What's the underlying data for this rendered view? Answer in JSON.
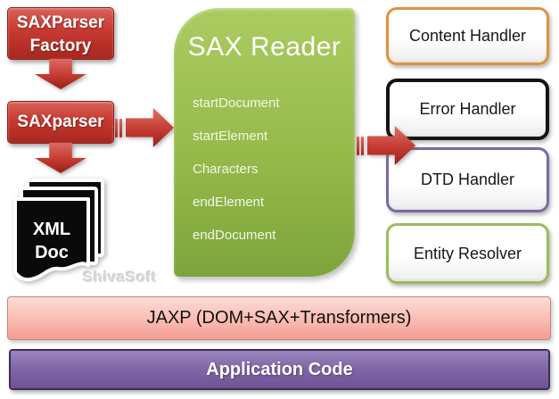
{
  "left": {
    "factory_line1": "SAXParser",
    "factory_line2": "Factory",
    "parser_label": "SAXparser",
    "xml_doc_line1": "XML",
    "xml_doc_line2": "Doc",
    "watermark": "ShivaSoft"
  },
  "reader": {
    "title": "SAX Reader",
    "methods": [
      "startDocument",
      "startElement",
      "Characters",
      "endElement",
      "endDocument"
    ]
  },
  "handlers": [
    {
      "label": "Content Handler",
      "border": "#E0913F"
    },
    {
      "label": "Error Handler",
      "border": "#141414"
    },
    {
      "label": "DTD Handler",
      "border": "#7C68A6"
    },
    {
      "label": "Entity Resolver",
      "border": "#9CBB5D"
    }
  ],
  "bars": {
    "jaxp_label": "JAXP (DOM+SAX+Transformers)",
    "application_label": "Application Code"
  },
  "colors": {
    "box_red": "#C8342C",
    "arrow_red": "#C83B32",
    "reader_green_top": "#A9CA5E",
    "reader_green_bottom": "#7FA53D",
    "content_handler_border": "#E0913F",
    "error_handler_border": "#141414",
    "dtd_handler_border": "#7C68A6",
    "entity_resolver_border": "#9CBB5D",
    "jaxp_pink_top": "#FBD9D4",
    "jaxp_pink_bottom": "#F49C92",
    "app_purple": "#8268A8"
  }
}
